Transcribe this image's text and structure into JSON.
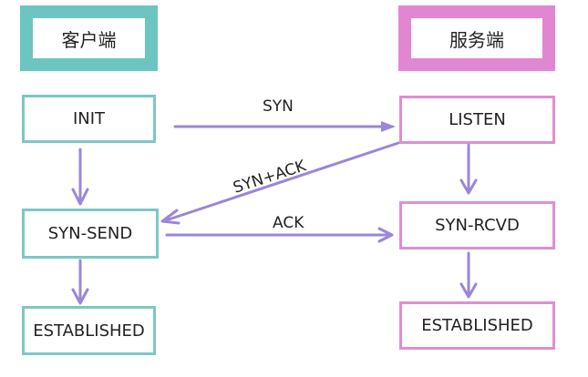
{
  "headers": {
    "client": "客户端",
    "server": "服务端"
  },
  "client_states": [
    "INIT",
    "SYN-SEND",
    "ESTABLISHED"
  ],
  "server_states": [
    "LISTEN",
    "SYN-RCVD",
    "ESTABLISHED"
  ],
  "messages": {
    "syn": "SYN",
    "syn_ack": "SYN+ACK",
    "ack": "ACK"
  },
  "colors": {
    "client": "#6cc5c1",
    "server": "#e086d2",
    "arrow": "#9b86d8"
  }
}
